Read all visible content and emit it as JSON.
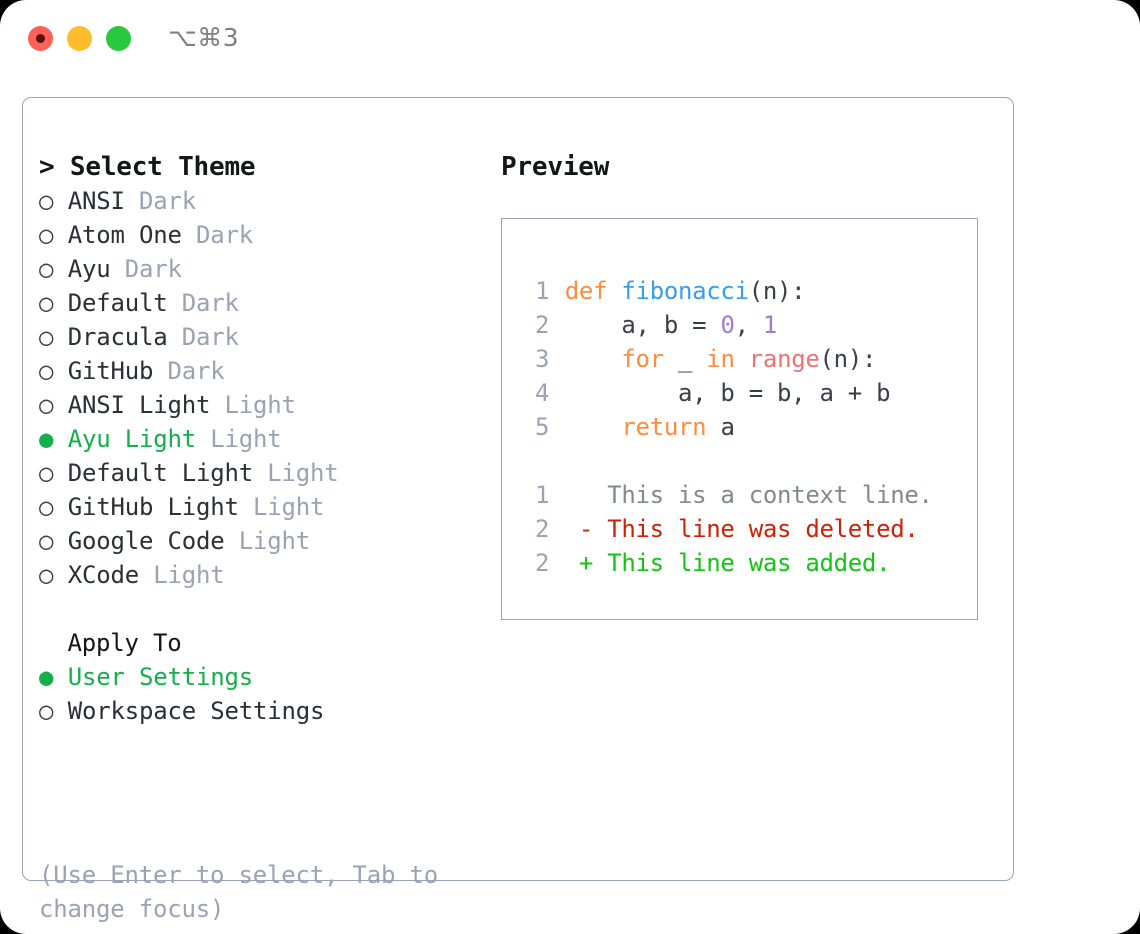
{
  "titlebar": {
    "shortcut": "⌥⌘3",
    "lights": [
      "close-red",
      "minimize-yellow",
      "zoom-green"
    ]
  },
  "theme_list": {
    "header": "> Select Theme",
    "items": [
      {
        "marker": "○",
        "label": "ANSI",
        "suffix": "Dark",
        "selected": false
      },
      {
        "marker": "○",
        "label": "Atom One",
        "suffix": "Dark",
        "selected": false
      },
      {
        "marker": "○",
        "label": "Ayu",
        "suffix": "Dark",
        "selected": false
      },
      {
        "marker": "○",
        "label": "Default",
        "suffix": "Dark",
        "selected": false
      },
      {
        "marker": "○",
        "label": "Dracula",
        "suffix": "Dark",
        "selected": false
      },
      {
        "marker": "○",
        "label": "GitHub",
        "suffix": "Dark",
        "selected": false
      },
      {
        "marker": "○",
        "label": "ANSI Light",
        "suffix": "Light",
        "selected": false
      },
      {
        "marker": "●",
        "label": "Ayu Light",
        "suffix": "Light",
        "selected": true
      },
      {
        "marker": "○",
        "label": "Default Light",
        "suffix": "Light",
        "selected": false
      },
      {
        "marker": "○",
        "label": "GitHub Light",
        "suffix": "Light",
        "selected": false
      },
      {
        "marker": "○",
        "label": "Google Code",
        "suffix": "Light",
        "selected": false
      },
      {
        "marker": "○",
        "label": "XCode",
        "suffix": "Light",
        "selected": false
      }
    ]
  },
  "apply_to": {
    "header": "  Apply To",
    "options": [
      {
        "marker": "●",
        "label": "User Settings",
        "selected": true
      },
      {
        "marker": "○",
        "label": "Workspace Settings",
        "selected": false
      }
    ]
  },
  "hint": "(Use Enter to select, Tab to change focus)",
  "preview": {
    "title": "Preview",
    "code_lines": [
      {
        "number": "1",
        "tokens": [
          {
            "text": "def",
            "cls": "t-kw"
          },
          {
            "text": " ",
            "cls": "t-txt"
          },
          {
            "text": "fibonacci",
            "cls": "t-fn"
          },
          {
            "text": "(n):",
            "cls": "t-txt"
          }
        ]
      },
      {
        "number": "2",
        "tokens": [
          {
            "text": "    a, b = ",
            "cls": "t-txt"
          },
          {
            "text": "0",
            "cls": "t-num"
          },
          {
            "text": ", ",
            "cls": "t-txt"
          },
          {
            "text": "1",
            "cls": "t-num"
          }
        ]
      },
      {
        "number": "3",
        "tokens": [
          {
            "text": "    ",
            "cls": "t-txt"
          },
          {
            "text": "for",
            "cls": "t-kw"
          },
          {
            "text": " _ ",
            "cls": "t-txt"
          },
          {
            "text": "in",
            "cls": "t-kw"
          },
          {
            "text": " ",
            "cls": "t-txt"
          },
          {
            "text": "range",
            "cls": "t-bfn"
          },
          {
            "text": "(n):",
            "cls": "t-txt"
          }
        ]
      },
      {
        "number": "4",
        "tokens": [
          {
            "text": "        a, b = b, a + b",
            "cls": "t-txt"
          }
        ]
      },
      {
        "number": "5",
        "tokens": [
          {
            "text": "    ",
            "cls": "t-txt"
          },
          {
            "text": "return",
            "cls": "t-kw"
          },
          {
            "text": " a",
            "cls": "t-txt"
          }
        ]
      }
    ],
    "diff_lines": [
      {
        "number": "1",
        "tokens": [
          {
            "text": "   This is a context line.",
            "cls": "t-ctx"
          }
        ]
      },
      {
        "number": "2",
        "tokens": [
          {
            "text": " - This line was deleted.",
            "cls": "t-del"
          }
        ]
      },
      {
        "number": "2",
        "tokens": [
          {
            "text": " + This line was added.",
            "cls": "t-add"
          }
        ]
      }
    ]
  },
  "colors": {
    "accent_green": "#13b04a",
    "keyword_orange": "#fa8d3e",
    "function_blue": "#399ee6",
    "number_purple": "#a37acc",
    "builtin_red": "#f07171",
    "diff_delete": "#cc2208",
    "diff_add": "#12c414",
    "muted_grey": "#9aa3b2",
    "border": "#9aa5b4"
  }
}
